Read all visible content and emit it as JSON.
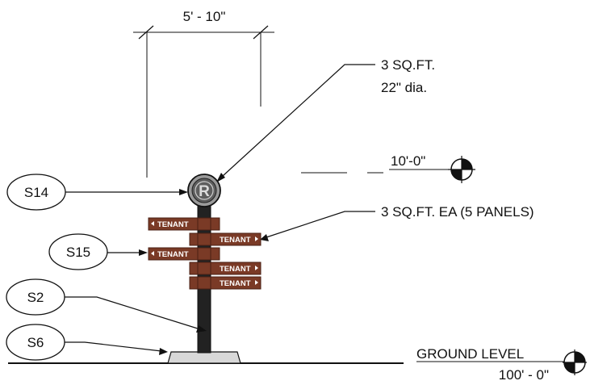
{
  "dimension": {
    "width_label": "5' - 10\""
  },
  "callouts": {
    "top_area": "3 SQ.FT.",
    "top_diameter": "22\" dia.",
    "elevation": "10'-0\"",
    "panels": "3 SQ.FT. EA (5 PANELS)"
  },
  "tags": {
    "s14": "S14",
    "s15": "S15",
    "s2": "S2",
    "s6": "S6"
  },
  "panels": [
    {
      "label": "TENANT"
    },
    {
      "label": "TENANT"
    },
    {
      "label": "TENANT"
    },
    {
      "label": "TENANT"
    },
    {
      "label": "TENANT"
    }
  ],
  "logo_letter": "R",
  "ground": {
    "label": "GROUND LEVEL",
    "elevation": "100' - 0\""
  },
  "colors": {
    "panel": "#7a3a26",
    "panel_dark": "#4a2014",
    "post": "#222222",
    "base": "#d8d8d8"
  }
}
